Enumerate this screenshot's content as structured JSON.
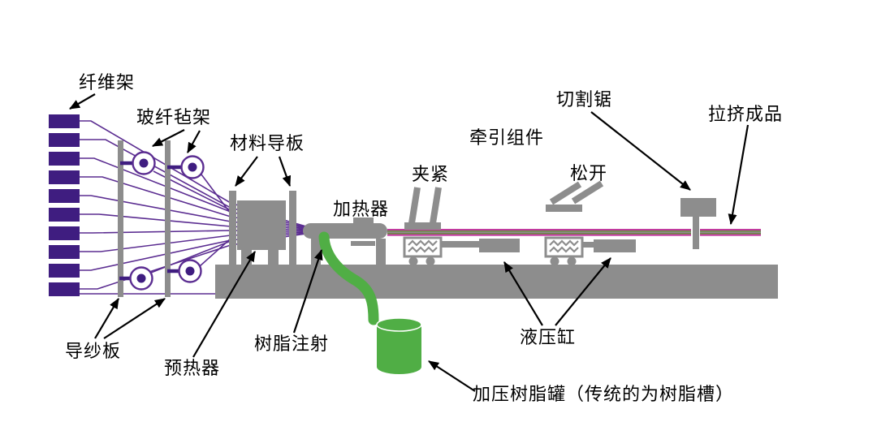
{
  "labels": {
    "fiber_rack": "纤维架",
    "glass_mat_rack": "玻纤毡架",
    "material_guide": "材料导板",
    "heater": "加热器",
    "clamp": "夹紧",
    "pulling_assembly": "牵引组件",
    "release": "松开",
    "cutting_saw": "切割锯",
    "pultruded_product": "拉挤成品",
    "yarn_guide_plate": "导纱板",
    "preheater": "预热器",
    "resin_injection": "树脂注射",
    "hydraulic_cylinder": "液压缸",
    "resin_tank": "加压树脂罐（传统的为树脂槽）"
  },
  "colors": {
    "fiber_purple": "#3f1d80",
    "fiber_line_purple": "#5b2d91",
    "machine_gray": "#8d8d8d",
    "resin_green": "#50ae45",
    "product_magenta": "#c23a9f",
    "product_olive": "#5e7c35",
    "background": "#ffffff",
    "label_text": "#000000"
  }
}
